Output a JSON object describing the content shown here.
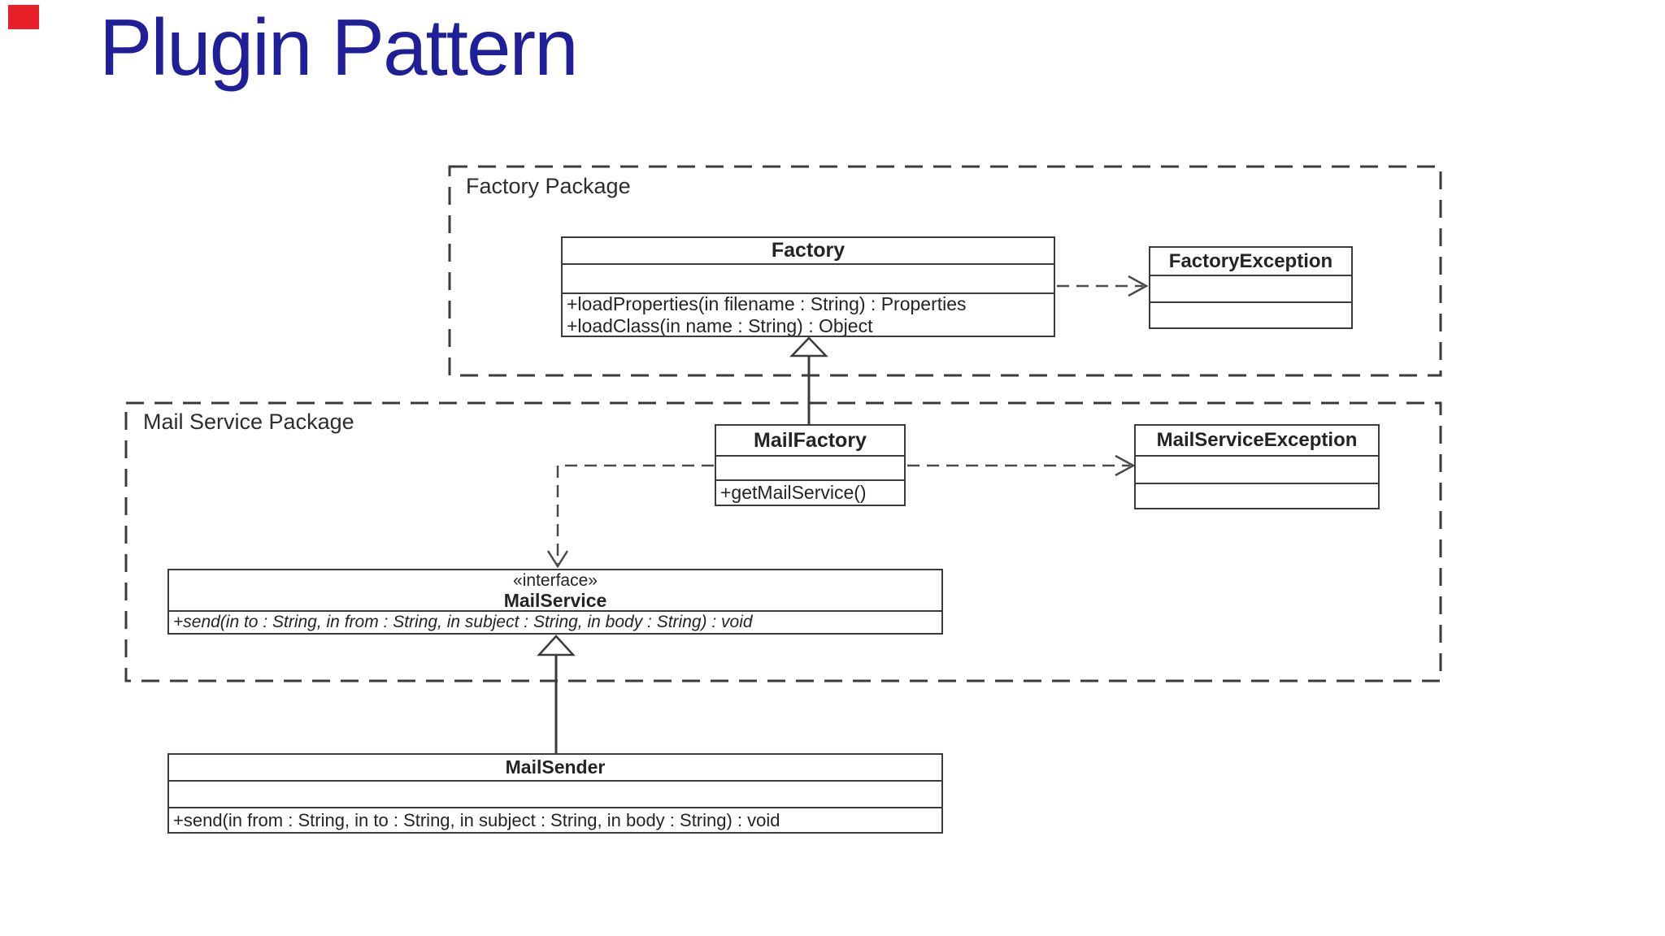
{
  "slide": {
    "title": "Plugin Pattern",
    "title_color": "#201f9a",
    "marker_color": "#e8202a",
    "background_color": "#ffffff",
    "line_color": "#3b3b3b"
  },
  "packages": [
    {
      "label": "Factory Package"
    },
    {
      "label": "Mail Service Package"
    }
  ],
  "classes": {
    "factory": {
      "name": "Factory",
      "methods": [
        "+loadProperties(in filename : String) : Properties",
        "+loadClass(in name : String) : Object"
      ]
    },
    "factory_exception": {
      "name": "FactoryException"
    },
    "mail_factory": {
      "name": "MailFactory",
      "methods": [
        "+getMailService()"
      ]
    },
    "mail_service_exception": {
      "name": "MailServiceException"
    },
    "mail_service": {
      "stereotype": "«interface»",
      "name": "MailService",
      "methods": [
        "+send(in to : String, in from : String, in subject : String, in body : String) : void"
      ]
    },
    "mail_sender": {
      "name": "MailSender",
      "methods": [
        "+send(in from : String, in to : String, in subject : String, in body : String) : void"
      ]
    }
  },
  "relationships": [
    {
      "from": "MailFactory",
      "to": "Factory",
      "type": "generalization"
    },
    {
      "from": "MailSender",
      "to": "MailService",
      "type": "realization"
    },
    {
      "from": "Factory",
      "to": "FactoryException",
      "type": "dependency"
    },
    {
      "from": "MailFactory",
      "to": "MailServiceException",
      "type": "dependency"
    },
    {
      "from": "MailFactory",
      "to": "MailService",
      "type": "dependency"
    }
  ]
}
